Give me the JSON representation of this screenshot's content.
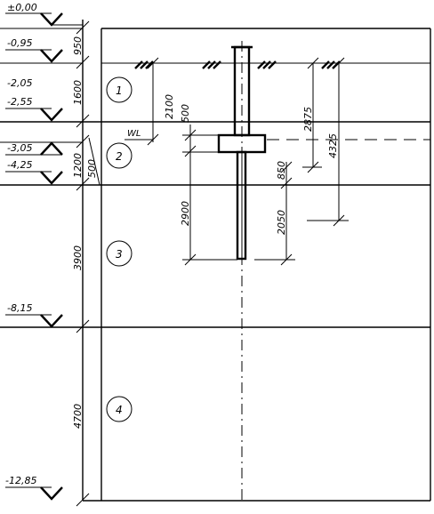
{
  "levels": {
    "l0": "±0,00",
    "l1": "-0,95",
    "l2": "-2,05",
    "l3": "-2,55",
    "l4": "-3,05",
    "l5": "-4,25",
    "l6": "-8,15",
    "l7": "-12,85"
  },
  "layer_thickness": {
    "t1": "950",
    "t2": "1600",
    "t3": "1200",
    "t4": "500",
    "t5": "3900",
    "t6": "4700"
  },
  "layers": {
    "n1": "1",
    "n2": "2",
    "n3": "3",
    "n4": "4"
  },
  "water_level_label": "WL",
  "pile_dimensions": {
    "d2100": "2100",
    "d500": "500",
    "d2900": "2900",
    "d2875": "2875",
    "d4325": "4325",
    "d850": "850",
    "d2050": "2050"
  }
}
